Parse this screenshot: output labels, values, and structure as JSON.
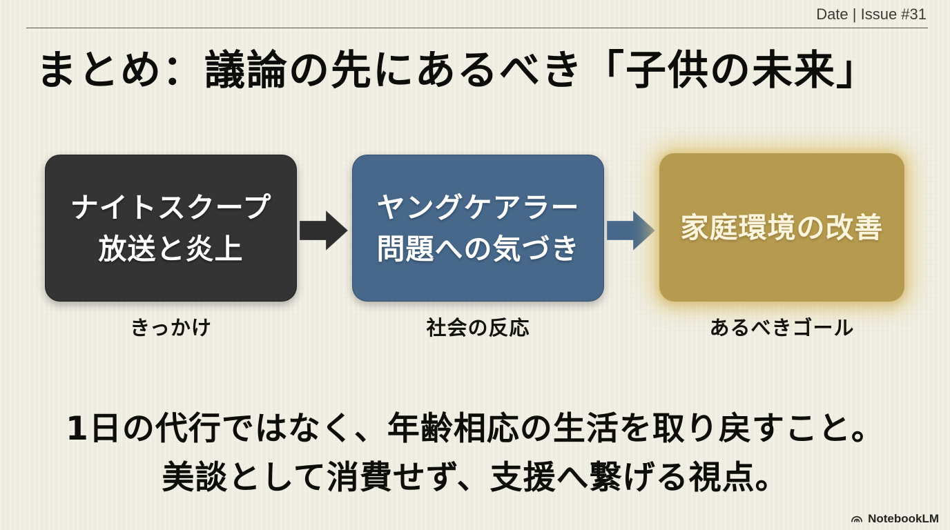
{
  "header": {
    "meta": "Date | Issue #31"
  },
  "title": "まとめ：議論の先にあるべき「子供の未来」",
  "flow": {
    "steps": [
      {
        "text_line1": "ナイトスクープ",
        "text_line2": "放送と炎上",
        "label": "きっかけ",
        "bg": "#343434",
        "text_color": "#ffffff"
      },
      {
        "text_line1": "ヤングケアラー",
        "text_line2": "問題への気づき",
        "label": "社会の反応",
        "bg": "#47688a",
        "text_color": "#ffffff"
      },
      {
        "text_line1": "家庭環境の改善",
        "text_line2": "",
        "label": "あるべきゴール",
        "bg": "#b59a4f",
        "text_color": "#fcf5dd",
        "glow": true
      }
    ],
    "arrow_colors": [
      "#2e2e2e",
      "#47688a"
    ]
  },
  "summary": {
    "line1": "1日の代行ではなく、年齢相応の生活を取り戻すこと。",
    "line2": "美談として消費せず、支援へ繋げる視点。"
  },
  "footer": {
    "brand": "NotebookLM"
  },
  "colors": {
    "background": "#efede2",
    "rule": "#55544a",
    "title_text": "#0c0c0a",
    "glow": "#e4cc84"
  }
}
